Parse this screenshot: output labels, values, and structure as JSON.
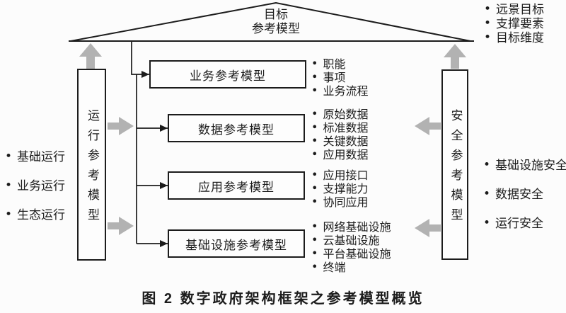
{
  "ui": {
    "bullet_char": "•"
  },
  "colors": {
    "line": "#1c1c1c",
    "arrow_gray": "#b2b2b2",
    "background": "#fcfcfc"
  },
  "roof": {
    "label_line1": "目标",
    "label_line2": "参考模型"
  },
  "pillars": {
    "left": {
      "label": "运行参考模型"
    },
    "right": {
      "label": "安全参考模型"
    }
  },
  "center_boxes": [
    {
      "label": "业务参考模型",
      "bullets": [
        "职能",
        "事项",
        "业务流程"
      ]
    },
    {
      "label": "数据参考模型",
      "bullets": [
        "原始数据",
        "标准数据",
        "关键数据",
        "应用数据"
      ]
    },
    {
      "label": "应用参考模型",
      "bullets": [
        "应用接口",
        "支撑能力",
        "协同应用"
      ]
    },
    {
      "label": "基础设施参考模型",
      "bullets": [
        "网络基础设施",
        "云基础设施",
        "平台基础设施",
        "终端"
      ]
    }
  ],
  "side_lists": {
    "top_right": [
      "远景目标",
      "支撑要素",
      "目标维度"
    ],
    "left": [
      "基础运行",
      "业务运行",
      "生态运行"
    ],
    "right": [
      "基础设施安全",
      "数据安全",
      "运行安全"
    ]
  },
  "caption": "图 2  数字政府架构框架之参考模型概览"
}
